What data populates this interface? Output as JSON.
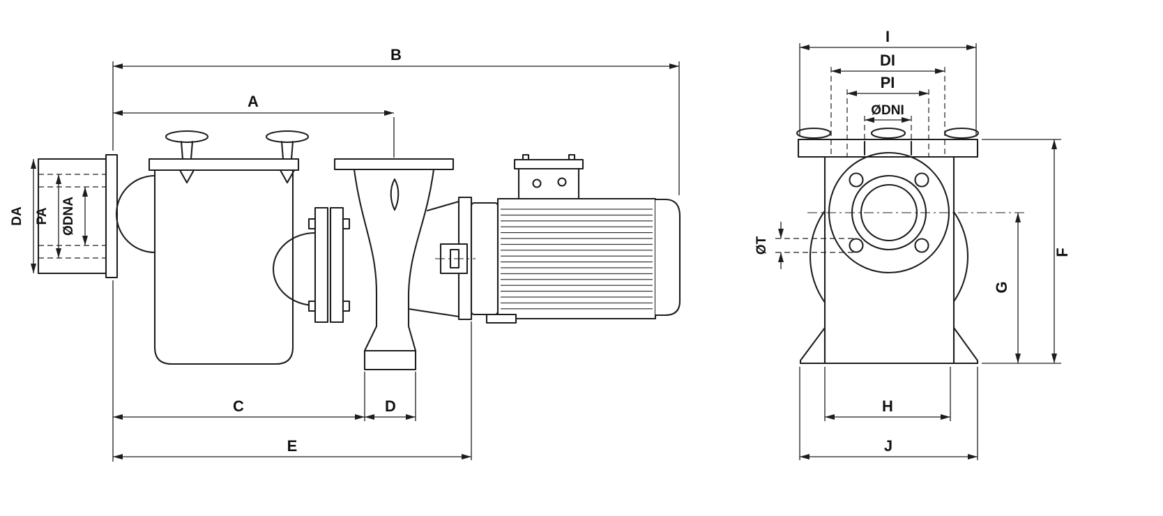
{
  "drawing": {
    "background": "#ffffff",
    "line_color": "#1d1d1d",
    "side_view": {
      "name": "pump-with-strainer-and-motor-side-view",
      "dims": {
        "b": "B",
        "a": "A",
        "c": "C",
        "d": "D",
        "e": "E",
        "da": "DA",
        "pa": "PA",
        "dna": "ØDNA"
      }
    },
    "end_view": {
      "name": "pump-end-view",
      "dims": {
        "i": "I",
        "di": "DI",
        "pi": "PI",
        "dni": "ØDNI",
        "t": "ØT",
        "f": "F",
        "g": "G",
        "h": "H",
        "j": "J"
      }
    }
  }
}
